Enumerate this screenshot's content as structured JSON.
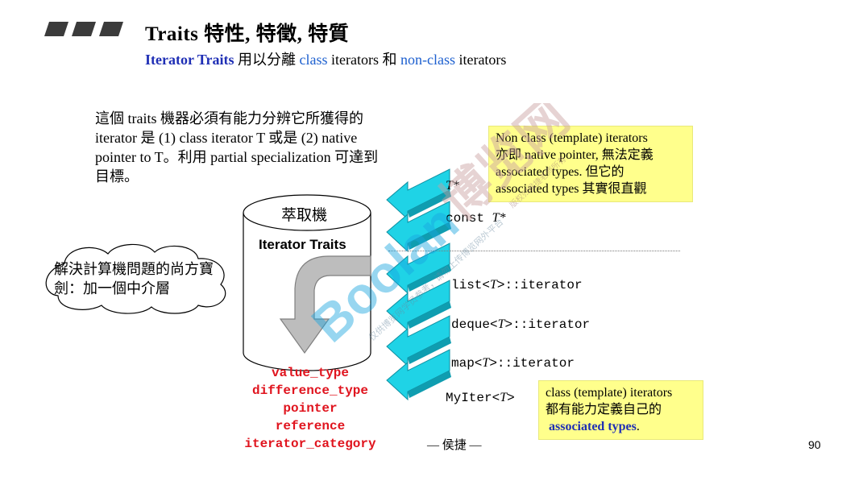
{
  "title": "Traits   特性, 特徵, 特質",
  "subtitle": {
    "part1": "Iterator Traits",
    "part2": " 用以分離 ",
    "part3": "class",
    "part4": " iterators 和 ",
    "part5": "non-class",
    "part6": " iterators"
  },
  "paragraph": "這個 traits 機器必須有能力分辨它所獲得的 iterator 是 (1) class iterator T 或是 (2) native pointer to T。利用 partial specialization 可達到目標。",
  "cylinder": {
    "label": "萃取機",
    "title": "Iterator Traits"
  },
  "cloud": {
    "text": "解決計算機問題的尚方寶劍：加一個中介層"
  },
  "note_nonclass": {
    "line1": "Non class (template) iterators",
    "line2": "亦即 native pointer, 無法定義",
    "line3": "associated types. 但它的",
    "line4": "associated types 其實很直觀"
  },
  "note_class": {
    "line1": "class (template) iterators",
    "line2": "都有能力定義自己的",
    "line3_bold": "associated types",
    "line3_rest": "."
  },
  "iterators": {
    "ptr_a": "T*",
    "ptr_b_pre": "const ",
    "ptr_b_T": "T*",
    "list_pre": "list<",
    "list_T": "T",
    "list_post": ">::iterator",
    "deque_pre": "deque<",
    "deque_T": "T",
    "deque_post": ">::iterator",
    "map_pre": "map<",
    "map_T": "T",
    "map_post": ">::iterator",
    "my_pre": "MyIter<",
    "my_T": "T",
    "my_post": ">"
  },
  "associated_types": [
    "value_type",
    "difference_type",
    "pointer",
    "reference",
    "iterator_category"
  ],
  "author": "— 侯捷 —",
  "page_number": "90",
  "watermark": {
    "brand": "Boolan",
    "cn": "博览网",
    "notice": "仅供博览网学员参考，请勿上传博览网外平台",
    "small": "版权归侯捷老师所有"
  },
  "colors": {
    "accent_blue": "#1f2fb5",
    "link_blue": "#1c5fcf",
    "red": "#e0141e",
    "arrow_cyan": "#19d2e6",
    "note_yellow": "#ffff8c"
  }
}
